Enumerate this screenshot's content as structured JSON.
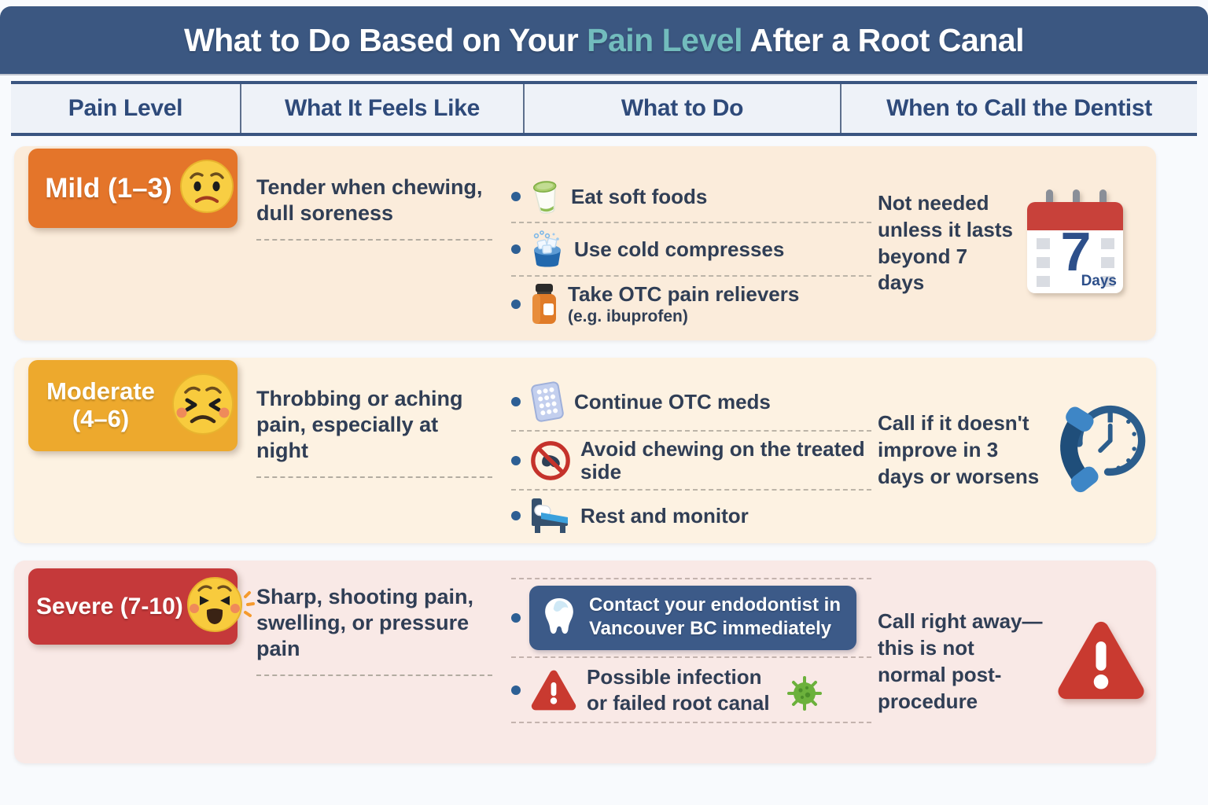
{
  "title": {
    "pre": "What to Do Based on Your ",
    "highlight": "Pain Level",
    "post": " After a Root Canal"
  },
  "columns": [
    {
      "label": "Pain Level"
    },
    {
      "label": "What It Feels Like"
    },
    {
      "label": "What to Do"
    },
    {
      "label": "When to Call the Dentist"
    }
  ],
  "rows": [
    {
      "level": "Mild (1–3)",
      "emoji": "worried-face",
      "feels_like": "Tender when chewing, dull soreness",
      "actions": [
        {
          "icon": "soft-food-cup",
          "text": "Eat soft foods"
        },
        {
          "icon": "cold-compress",
          "text": "Use cold compresses"
        },
        {
          "icon": "pill-bottle",
          "text": "Take OTC pain relievers",
          "note": "(e.g. ibuprofen)"
        }
      ],
      "call": "Not needed unless it lasts beyond 7 days",
      "call_icon": "calendar-7-days",
      "calendar_number": "7",
      "calendar_unit": "Days"
    },
    {
      "level": "Moderate (4–6)",
      "emoji": "persevering-face",
      "feels_like": "Throbbing or aching pain, especially at night",
      "actions": [
        {
          "icon": "pill-blister-pack",
          "text": "Continue OTC meds"
        },
        {
          "icon": "no-chewing",
          "text": "Avoid chewing on the treated side"
        },
        {
          "icon": "bed",
          "text": "Rest and monitor"
        }
      ],
      "call": "Call if it doesn't improve in 3 days or worsens",
      "call_icon": "phone-clock"
    },
    {
      "level": "Severe (7-10)",
      "emoji": "wailing-face",
      "feels_like": "Sharp, shooting pain, swelling, or pressure pain",
      "actions": [
        {
          "icon": "tooth",
          "style": "highlight-box",
          "text": "Contact your endodontist in Vancouver BC immediately"
        },
        {
          "icon": "warning-triangle",
          "suffix_icon": "virus",
          "text": "Possible infection or failed root canal"
        }
      ],
      "call": "Call right away—this is not normal post-procedure",
      "call_icon": "warning-triangle"
    }
  ],
  "colors": {
    "header_bg": "#3b5781",
    "title_highlight": "#72bcbd",
    "mild_badge": "#e4752a",
    "moderate_badge": "#eda92d",
    "severe_badge": "#c5393a",
    "row_mild_bg": "#fbecdb",
    "row_moderate_bg": "#fdf2e2",
    "row_severe_bg": "#f9e9e6",
    "highlight_box_bg": "#3c5a88",
    "bullet_dot": "#2d5f94",
    "body_text": "#303e55"
  }
}
